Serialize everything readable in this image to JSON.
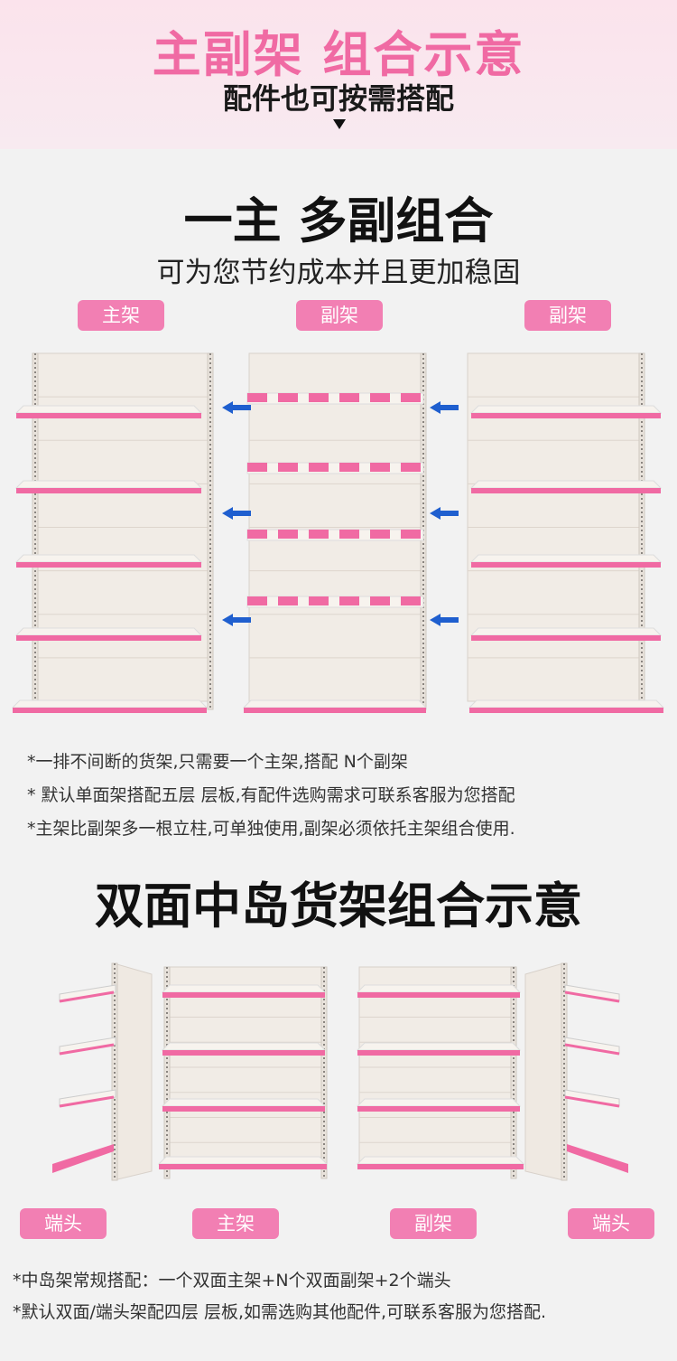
{
  "header": {
    "title": "主副架 组合示意",
    "subtitle": "配件也可按需搭配"
  },
  "section1": {
    "heading": "一主 多副组合",
    "subheading": "可为您节约成本并且更加稳固",
    "labels": [
      "主架",
      "副架",
      "副架"
    ],
    "notes": [
      "*一排不间断的货架,只需要一个主架,搭配 N个副架",
      "* 默认单面架搭配五层 层板,有配件选购需求可联系客服为您搭配",
      "*主架比副架多一根立柱,可单独使用,副架必须依托主架组合使用."
    ]
  },
  "section2": {
    "heading": "双面中岛货架组合示意",
    "labels": [
      "端头",
      "主架",
      "副架",
      "端头"
    ],
    "notes": [
      "*中岛架常规搭配：一个双面主架+N个双面副架+2个端头",
      "*默认双面/端头架配四层 层板,如需选购其他配件,可联系客服为您搭配."
    ]
  },
  "colors": {
    "pink": "#f27fb3",
    "shelf_pink": "#f06aa3",
    "arrow_blue": "#1f5fcf",
    "panel": "#f1ece6"
  },
  "icons": [
    "arrow-left-icon",
    "chevron-down-icon"
  ]
}
